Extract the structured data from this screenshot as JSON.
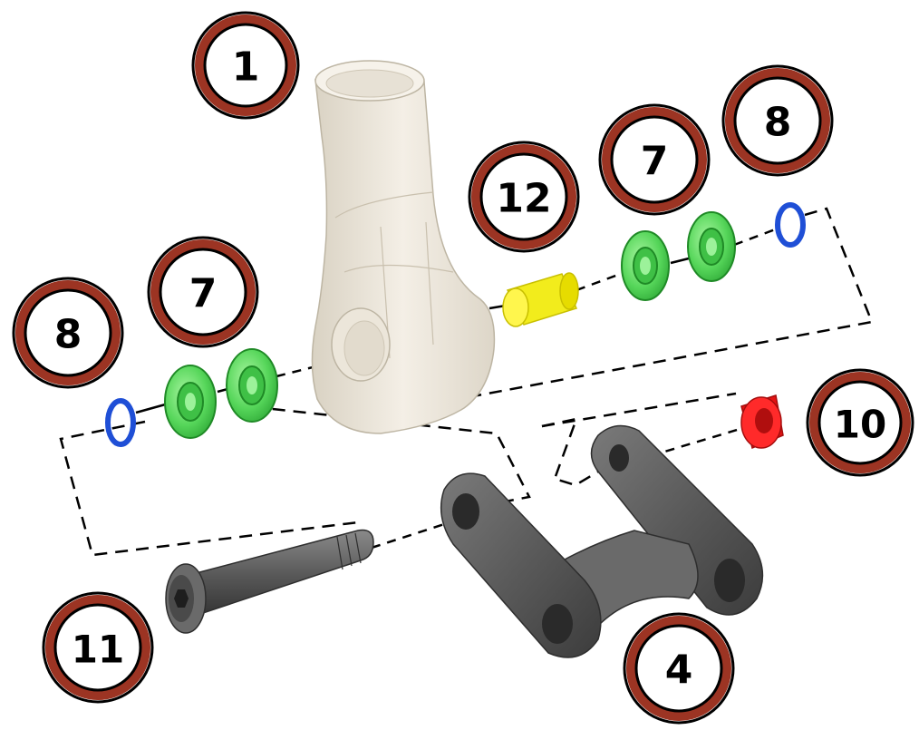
{
  "diagram": {
    "callouts": {
      "frame": "1",
      "link": "4",
      "bearing_top": "7",
      "bearing_left": "7",
      "washer_top": "8",
      "washer_left": "8",
      "spacer_red": "10",
      "bolt": "11",
      "spacer_yellow": "12"
    },
    "colors": {
      "callout_ring": "#9c3423",
      "callout_fill": "#ffffff",
      "frame_body": "#efe9dc",
      "link_body": "#5c5c5c",
      "bearing": "#62dc62",
      "washer": "#1f4fd6",
      "spacer_yellow": "#f2ec1c",
      "spacer_red": "#e31313",
      "bolt": "#555555",
      "leader_line": "#000000"
    }
  }
}
